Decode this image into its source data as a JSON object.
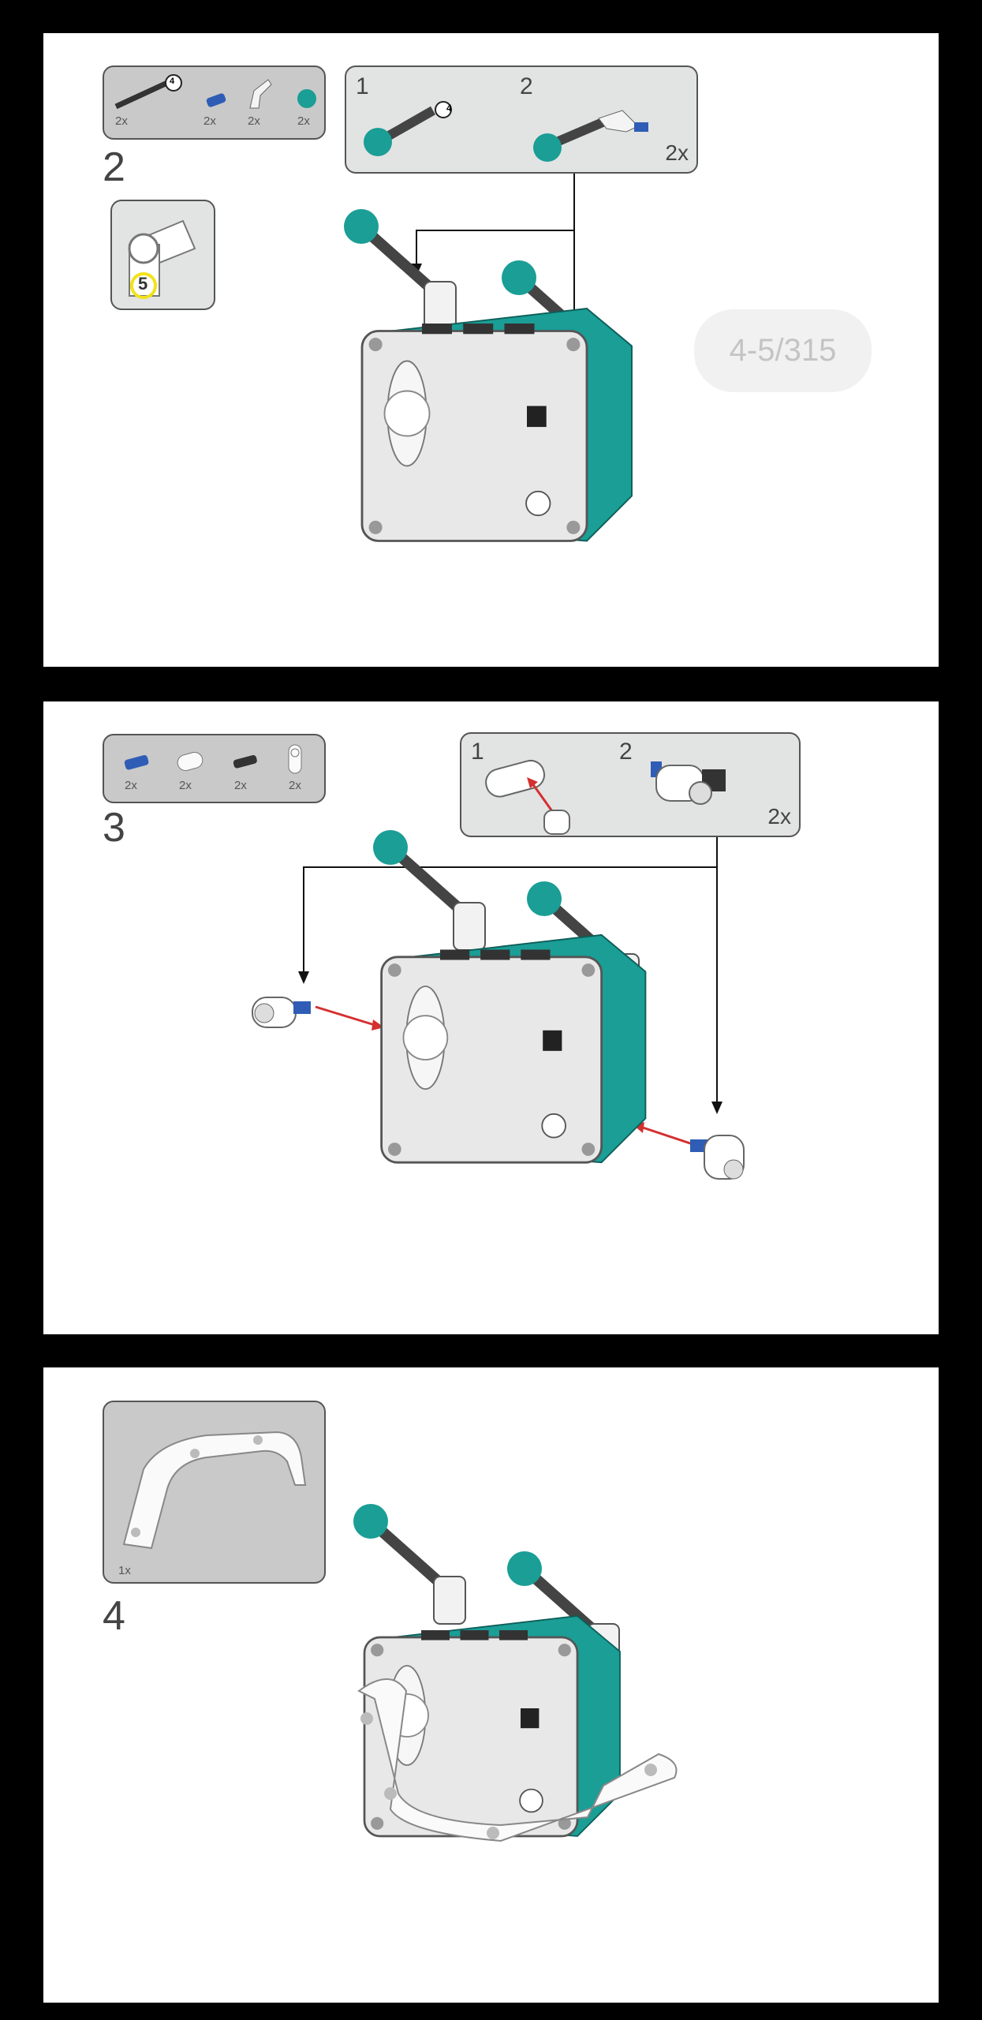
{
  "page_indicator": "4-5/315",
  "steps": [
    {
      "number": "2",
      "parts": [
        {
          "name": "axle",
          "qty": "2x",
          "length": "4"
        },
        {
          "name": "blue-pin",
          "qty": "2x"
        },
        {
          "name": "angle-connector",
          "qty": "2x"
        },
        {
          "name": "teal-ball",
          "qty": "2x"
        }
      ],
      "substeps": [
        "1",
        "2"
      ],
      "substep_length": "4",
      "multiplier": "2x",
      "callout_number": "5"
    },
    {
      "number": "3",
      "parts": [
        {
          "name": "blue-pin",
          "qty": "2x"
        },
        {
          "name": "beam",
          "qty": "2x"
        },
        {
          "name": "black-pin",
          "qty": "2x"
        },
        {
          "name": "connector",
          "qty": "2x"
        }
      ],
      "substeps": [
        "1",
        "2"
      ],
      "multiplier": "2x"
    },
    {
      "number": "4",
      "parts": [
        {
          "name": "handle",
          "qty": "1x"
        }
      ]
    }
  ],
  "colors": {
    "teal": "#1a9e96",
    "blue": "#2f5db5",
    "red": "#d43030",
    "arrow": "#111111",
    "yellow": "#f2e21a"
  }
}
